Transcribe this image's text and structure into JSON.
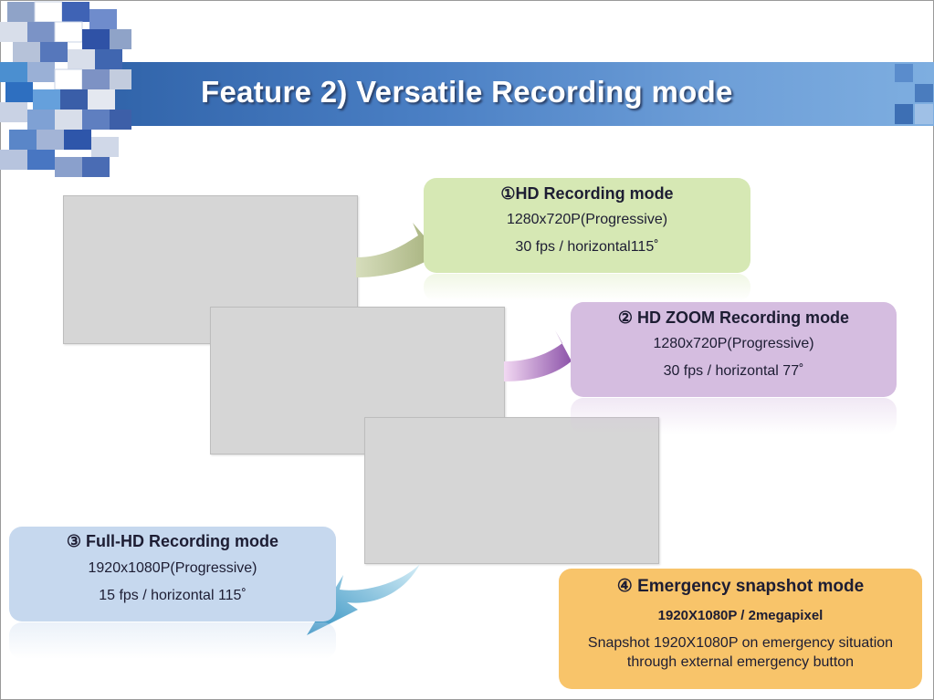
{
  "slide": {
    "title": "Feature 2) Versatile Recording mode"
  },
  "modes": [
    {
      "title": "①HD Recording mode",
      "line1": "1280x720P(Progressive)",
      "line2": "30 fps / horizontal115˚",
      "color": "#d6e8b4"
    },
    {
      "title": "② HD ZOOM  Recording mode",
      "line1": "1280x720P(Progressive)",
      "line2": "30 fps / horizontal 77˚",
      "color": "#d5bde0"
    },
    {
      "title": "③ Full-HD Recording mode",
      "line1": "1920x1080P(Progressive)",
      "line2": "15 fps / horizontal 115˚",
      "color": "#c6d8ee"
    },
    {
      "title": "④ Emergency  snapshot  mode",
      "line1": "1920X1080P  / 2megapixel",
      "line2": "Snapshot 1920X1080P  on emergency situation",
      "line3": "through external emergency button",
      "color": "#f8c46a"
    }
  ],
  "colors": {
    "banner": "#3a6cb2",
    "arrow_green": "#a7b27c",
    "arrow_purple": "#8a4aa8",
    "arrow_blue": "#4aa0c8"
  }
}
